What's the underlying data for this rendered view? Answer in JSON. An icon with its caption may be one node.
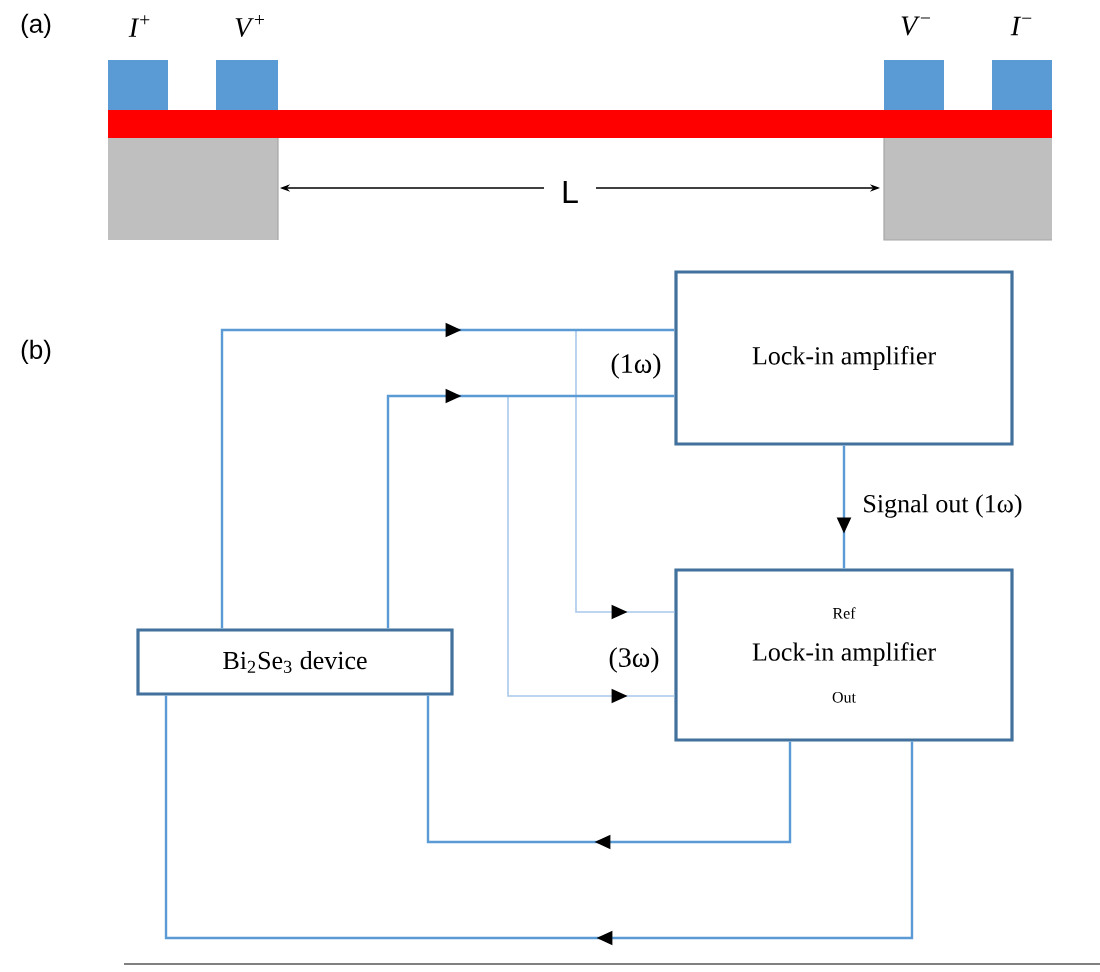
{
  "diagram": {
    "nodes": [
      {
        "text": [
          "Lock-in amplifier"
        ]
      },
      {
        "text": [
          "Ref",
          "Lock-in amplifier",
          "Out"
        ]
      },
      {
        "text": [
          "Bi$_{2}$Se$_{3}$ device"
        ]
      }
    ],
    "edges": [
      {
        "from": 2,
        "to": 0,
        "arrow": "to"
      },
      {
        "from": 2,
        "to": 0,
        "arrow": "to"
      },
      {
        "from": 2,
        "to": 1,
        "arrow": "to",
        "color": "#a9c8ea"
      },
      {
        "from": 2,
        "to": 1,
        "arrow": "to",
        "color": "#a9c8ea"
      },
      {
        "from": 0,
        "to": 1,
        "arrow": "to",
        "label": "Signal out (1ω)"
      },
      {
        "from": 1,
        "to": 2,
        "arrow": "to"
      },
      {
        "from": 1,
        "to": 2,
        "arrow": "to"
      }
    ],
    "labels": [
      "(a)",
      "*I*$^{+}$",
      "*V*$^{+}$",
      "*V*$^{−}$",
      "*I*$^{−}$",
      "L",
      "(b)",
      "(1ω)",
      "(3ω)"
    ]
  }
}
